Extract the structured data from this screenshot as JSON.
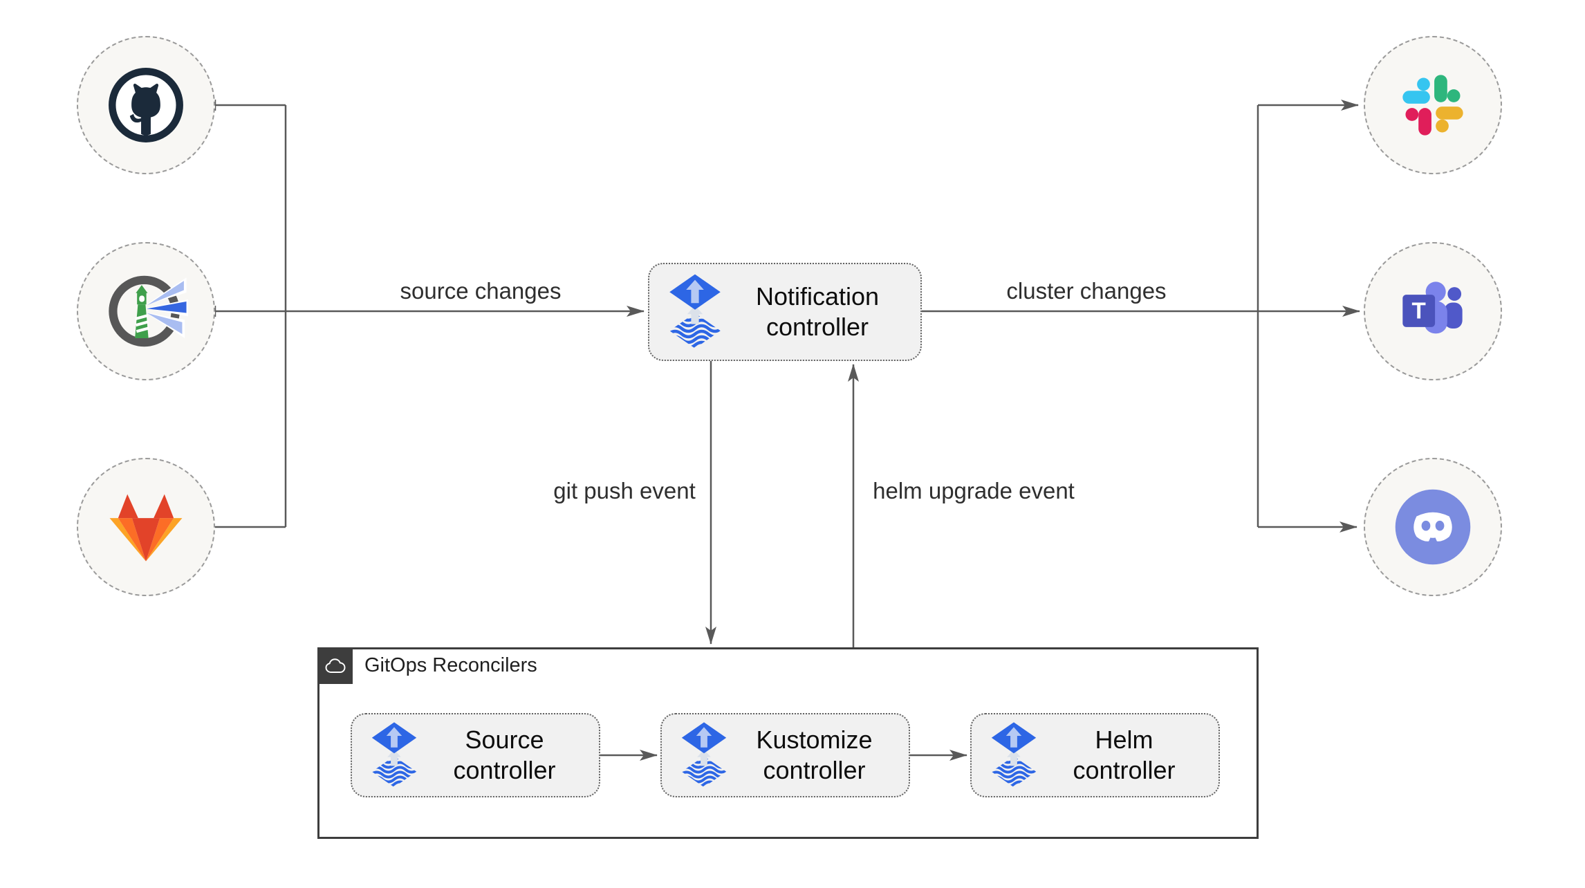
{
  "edges": {
    "source_changes": "source changes",
    "cluster_changes": "cluster changes",
    "git_push": "git push event",
    "helm_upgrade": "helm upgrade event"
  },
  "nodes": {
    "notification": {
      "label": "Notification controller",
      "icon": "flux-icon"
    },
    "sources": [
      {
        "icon": "github-icon"
      },
      {
        "icon": "harbor-icon"
      },
      {
        "icon": "gitlab-icon"
      }
    ],
    "targets": [
      {
        "icon": "slack-icon"
      },
      {
        "icon": "teams-icon"
      },
      {
        "icon": "discord-icon"
      }
    ]
  },
  "reconcilers": {
    "title": "GitOps Reconcilers",
    "tab_icon": "cloud-icon",
    "controllers": [
      {
        "label": "Source controller",
        "icon": "flux-icon"
      },
      {
        "label": "Kustomize controller",
        "icon": "flux-icon"
      },
      {
        "label": "Helm controller",
        "icon": "flux-icon"
      }
    ]
  },
  "icons": {
    "teams_letter": "T"
  },
  "colors": {
    "line": "#595959",
    "flux_blue": "#2d66e5",
    "flux_light_arrow": "#b6c9f3",
    "box_fill": "#f1f1f1",
    "circle_fill": "#f8f7f4",
    "group_border": "#3d3d3d",
    "github": "#1b2a3a",
    "harbor_green": "#3f9f4b",
    "gitlab": [
      "#e24329",
      "#fc6d26",
      "#fca326"
    ],
    "slack": [
      "#36c5f0",
      "#2eb67d",
      "#e01e5a",
      "#ecb22e"
    ],
    "teams": [
      "#4b53bc",
      "#7b83eb",
      "#5059c9"
    ],
    "discord": "#7b8ce0"
  }
}
